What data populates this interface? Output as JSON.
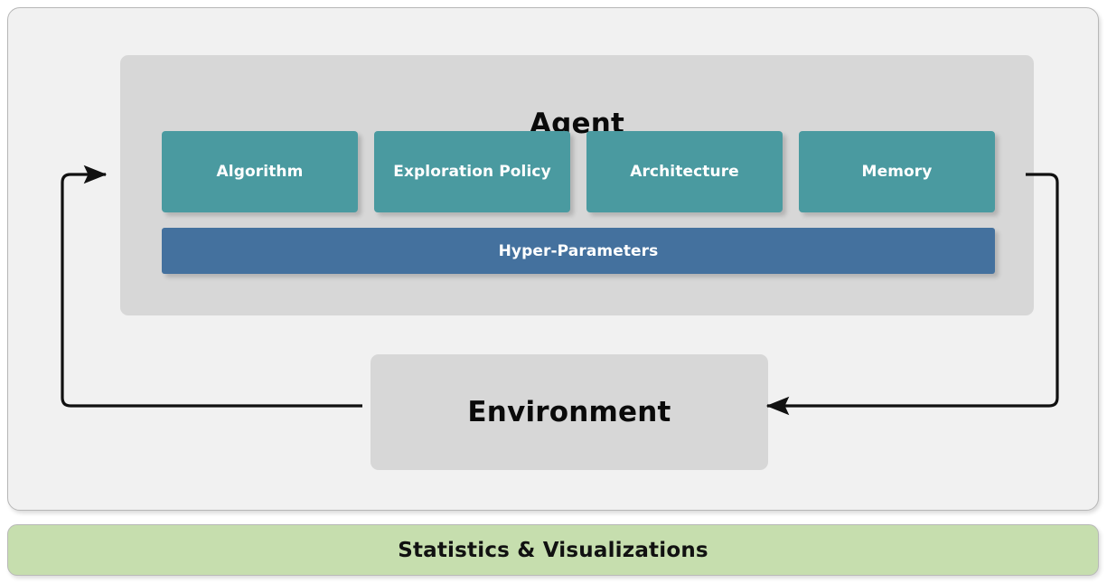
{
  "diagram": {
    "title_visible": false,
    "system_panel": {
      "name": "rl-system-panel"
    },
    "agent": {
      "title": "Agent",
      "components": [
        {
          "label": "Algorithm"
        },
        {
          "label": "Exploration Policy"
        },
        {
          "label": "Architecture"
        },
        {
          "label": "Memory"
        }
      ],
      "hyper_parameters": {
        "label": "Hyper-Parameters"
      }
    },
    "environment": {
      "label": "Environment"
    },
    "statistics": {
      "label": "Statistics & Visualizations"
    },
    "arrows": [
      {
        "name": "environment-to-agent",
        "direction": "up-right",
        "points_to": "Agent"
      },
      {
        "name": "agent-to-environment",
        "direction": "down-left",
        "points_to": "Environment"
      }
    ],
    "colors": {
      "panel_bg": "#f1f1f1",
      "panel_border": "#b7b7b7",
      "block_bg": "#d7d7d7",
      "component_teal": "#4a9aa0",
      "hyper_blue": "#44719e",
      "statistics_green": "#c6deae",
      "arrow_stroke": "#111111",
      "text_dark": "#0a0a0a",
      "text_light": "#ffffff"
    }
  }
}
